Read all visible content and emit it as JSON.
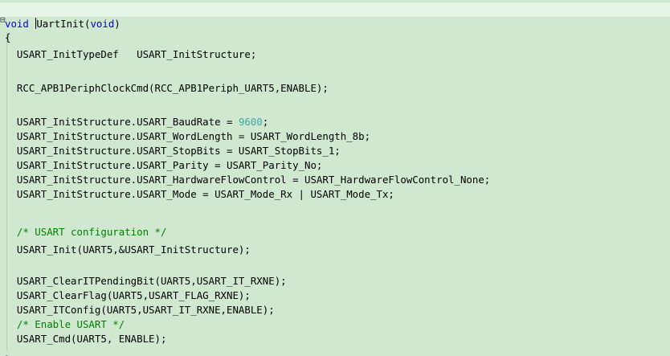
{
  "editor": {
    "theme": {
      "background": "#cfe8cf",
      "current_line": "#e6f5e6",
      "keyword_color": "#0000e6",
      "comment_color": "#008000",
      "number_color": "#3ca7a7"
    },
    "gutter": {
      "fold_marker": "⊟"
    },
    "lines": [
      {
        "kw": "void",
        "text": "UartInit(",
        "kw2": "void",
        "tail": ")"
      },
      {
        "text": "{"
      },
      {
        "text": "  USART_InitTypeDef   USART_InitStructure;"
      },
      {
        "text": ""
      },
      {
        "text": "  RCC_APB1PeriphClockCmd(RCC_APB1Periph_UART5,ENABLE);"
      },
      {
        "text": ""
      },
      {
        "pre": "  USART_InitStructure.USART_BaudRate = ",
        "num": "9600",
        "post": ";"
      },
      {
        "text": "  USART_InitStructure.USART_WordLength = USART_WordLength_8b;"
      },
      {
        "text": "  USART_InitStructure.USART_StopBits = USART_StopBits_1;"
      },
      {
        "text": "  USART_InitStructure.USART_Parity = USART_Parity_No;"
      },
      {
        "text": "  USART_InitStructure.USART_HardwareFlowControl = USART_HardwareFlowControl_None;"
      },
      {
        "text": "  USART_InitStructure.USART_Mode = USART_Mode_Rx | USART_Mode_Tx;"
      },
      {
        "text": ""
      },
      {
        "comment": "  /* USART configuration */"
      },
      {
        "text": "  USART_Init(UART5,&USART_InitStructure);"
      },
      {
        "text": ""
      },
      {
        "text": "  USART_ClearITPendingBit(UART5,USART_IT_RXNE);"
      },
      {
        "text": "  USART_ClearFlag(UART5,USART_FLAG_RXNE);"
      },
      {
        "text": "  USART_ITConfig(UART5,USART_IT_RXNE,ENABLE);"
      },
      {
        "comment": "  /* Enable USART */"
      },
      {
        "text": "  USART_Cmd(UART5, ENABLE);"
      },
      {
        "text": "}"
      }
    ]
  }
}
